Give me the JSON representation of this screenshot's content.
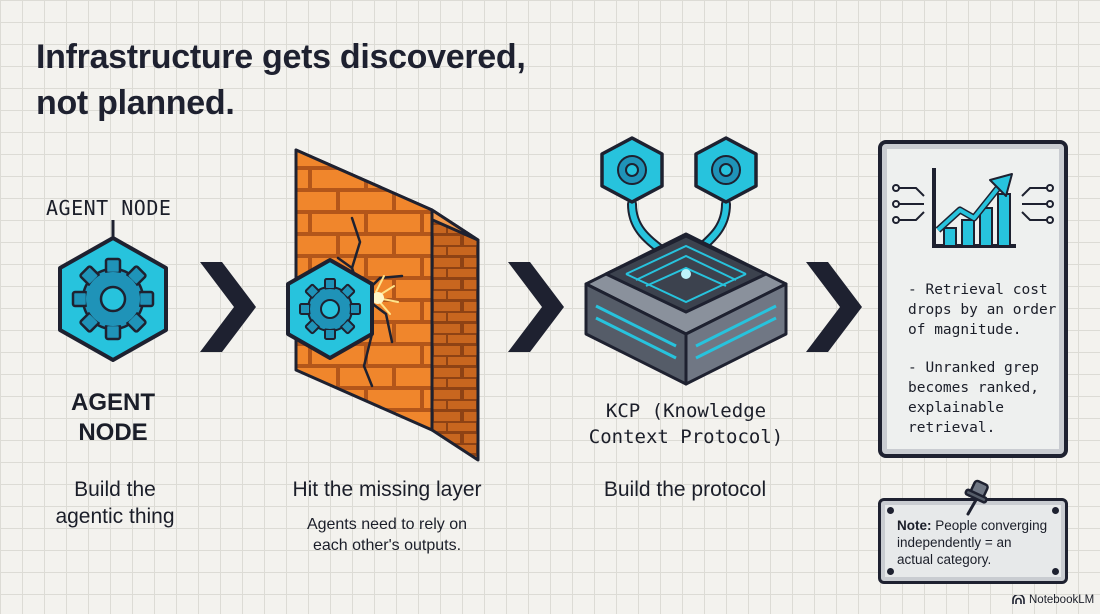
{
  "title": {
    "line1": "Infrastructure gets discovered,",
    "line2": "not planned."
  },
  "steps": [
    {
      "label_top": "AGENT NODE",
      "label_icon": [
        "AGENT",
        "NODE"
      ],
      "caption": [
        "Build the",
        "agentic thing"
      ]
    },
    {
      "caption": [
        "Hit the missing layer"
      ],
      "subcaption": [
        "Agents need to rely on",
        "each other's outputs."
      ]
    },
    {
      "label_icon": [
        "KCP (Knowledge",
        "Context Protocol)"
      ],
      "caption": [
        "Build the protocol"
      ]
    }
  ],
  "result_panel": {
    "bullets": [
      [
        "- Retrieval cost",
        "drops by an order",
        "of magnitude."
      ],
      [
        "- Unranked grep",
        "becomes ranked,",
        "explainable",
        "retrieval."
      ]
    ]
  },
  "note": {
    "label": "Note:",
    "text": [
      " People converging",
      "independently = an",
      "actual category."
    ]
  },
  "branding": "NotebookLM",
  "colors": {
    "cyan": "#27c3dd",
    "navy": "#1e2130",
    "brick": "#f0862c",
    "chip_gray": "#707784"
  }
}
